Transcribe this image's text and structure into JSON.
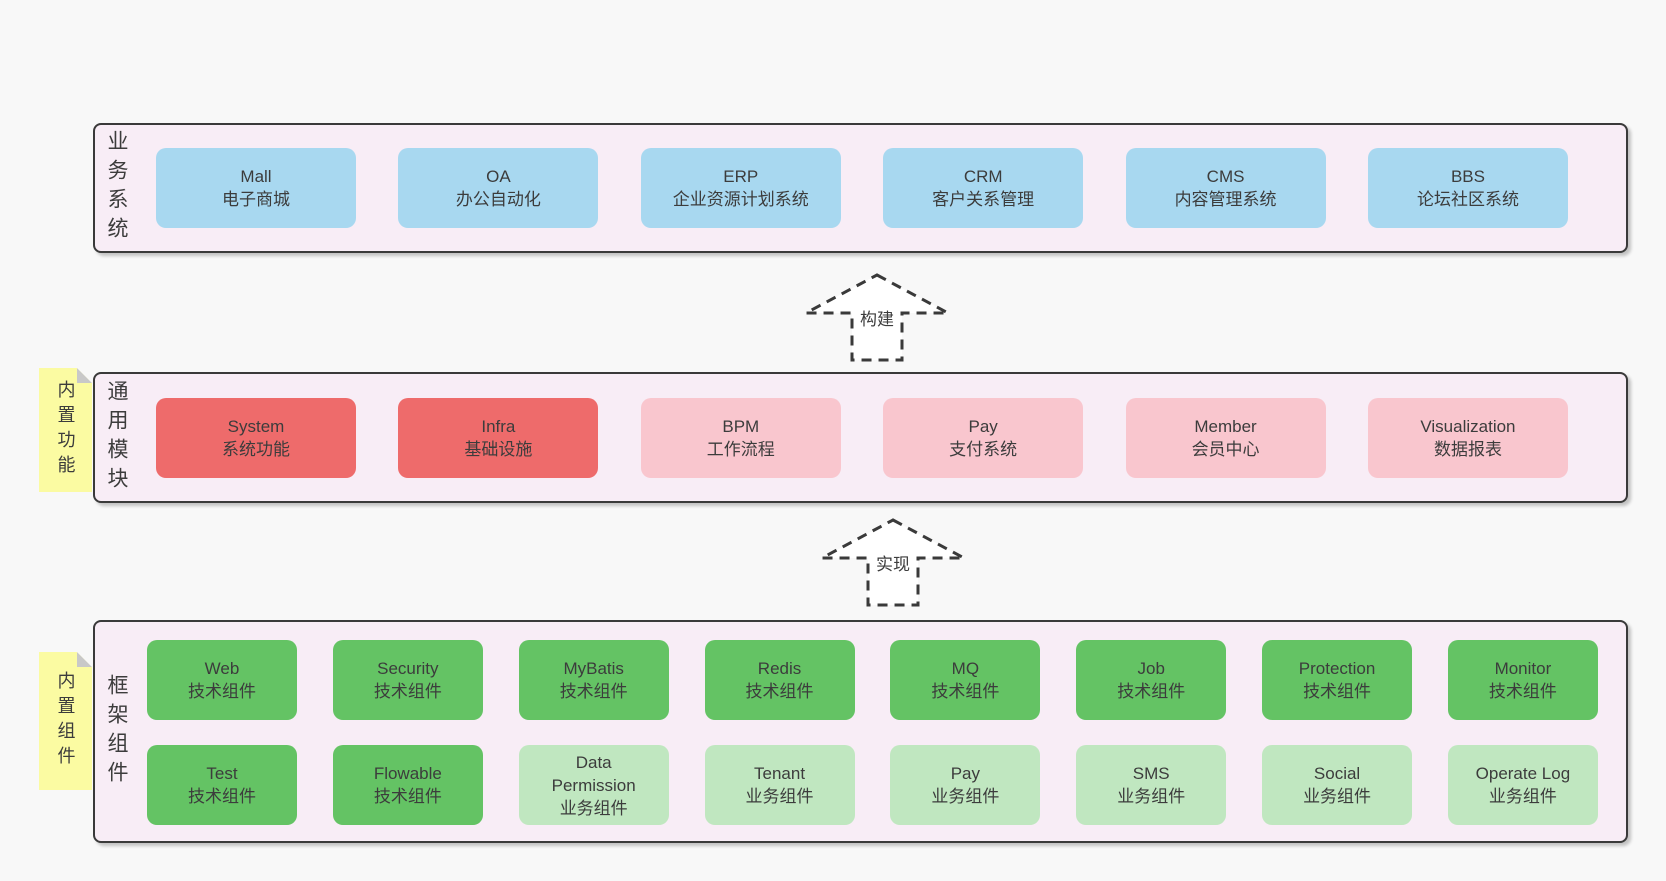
{
  "colors": {
    "bg": "#f8f8f8",
    "panel": "#f8edf6",
    "border": "#3a3a3a",
    "text": "#3c3c3c",
    "blue": "#a8d8f0",
    "red": "#ee6b6b",
    "pink": "#f9c6ce",
    "green": "#64c364",
    "lightgreen": "#c0e7c0",
    "yellow": "#fbfba2",
    "fold": "#c8c8c8",
    "arrow_fill": "#ffffff"
  },
  "sections": {
    "business": {
      "label": "业务系统",
      "boxes": [
        {
          "name": "Mall",
          "subtitle": "电子商城",
          "type": "blue"
        },
        {
          "name": "OA",
          "subtitle": "办公自动化",
          "type": "blue"
        },
        {
          "name": "ERP",
          "subtitle": "企业资源计划系统",
          "type": "blue"
        },
        {
          "name": "CRM",
          "subtitle": "客户关系管理",
          "type": "blue"
        },
        {
          "name": "CMS",
          "subtitle": "内容管理系统",
          "type": "blue"
        },
        {
          "name": "BBS",
          "subtitle": "论坛社区系统",
          "type": "blue"
        }
      ]
    },
    "common": {
      "label": "通用模块",
      "sticky": "内置功能",
      "boxes": [
        {
          "name": "System",
          "subtitle": "系统功能",
          "type": "red"
        },
        {
          "name": "Infra",
          "subtitle": "基础设施",
          "type": "red"
        },
        {
          "name": "BPM",
          "subtitle": "工作流程",
          "type": "pink"
        },
        {
          "name": "Pay",
          "subtitle": "支付系统",
          "type": "pink"
        },
        {
          "name": "Member",
          "subtitle": "会员中心",
          "type": "pink"
        },
        {
          "name": "Visualization",
          "subtitle": "数据报表",
          "type": "pink"
        }
      ]
    },
    "framework": {
      "label": "框架组件",
      "sticky": "内置组件",
      "rows": [
        [
          {
            "name": "Web",
            "subtitle": "技术组件",
            "type": "green"
          },
          {
            "name": "Security",
            "subtitle": "技术组件",
            "type": "green"
          },
          {
            "name": "MyBatis",
            "subtitle": "技术组件",
            "type": "green"
          },
          {
            "name": "Redis",
            "subtitle": "技术组件",
            "type": "green"
          },
          {
            "name": "MQ",
            "subtitle": "技术组件",
            "type": "green"
          },
          {
            "name": "Job",
            "subtitle": "技术组件",
            "type": "green"
          },
          {
            "name": "Protection",
            "subtitle": "技术组件",
            "type": "green"
          },
          {
            "name": "Monitor",
            "subtitle": "技术组件",
            "type": "green"
          }
        ],
        [
          {
            "name": "Test",
            "subtitle": "技术组件",
            "type": "green"
          },
          {
            "name": "Flowable",
            "subtitle": "技术组件",
            "type": "green"
          },
          {
            "name": "Data Permission",
            "subtitle": "业务组件",
            "type": "lightgreen"
          },
          {
            "name": "Tenant",
            "subtitle": "业务组件",
            "type": "lightgreen"
          },
          {
            "name": "Pay",
            "subtitle": "业务组件",
            "type": "lightgreen"
          },
          {
            "name": "SMS",
            "subtitle": "业务组件",
            "type": "lightgreen"
          },
          {
            "name": "Social",
            "subtitle": "业务组件",
            "type": "lightgreen"
          },
          {
            "name": "Operate Log",
            "subtitle": "业务组件",
            "type": "lightgreen"
          }
        ]
      ]
    }
  },
  "arrows": [
    {
      "label": "构建"
    },
    {
      "label": "实现"
    }
  ]
}
